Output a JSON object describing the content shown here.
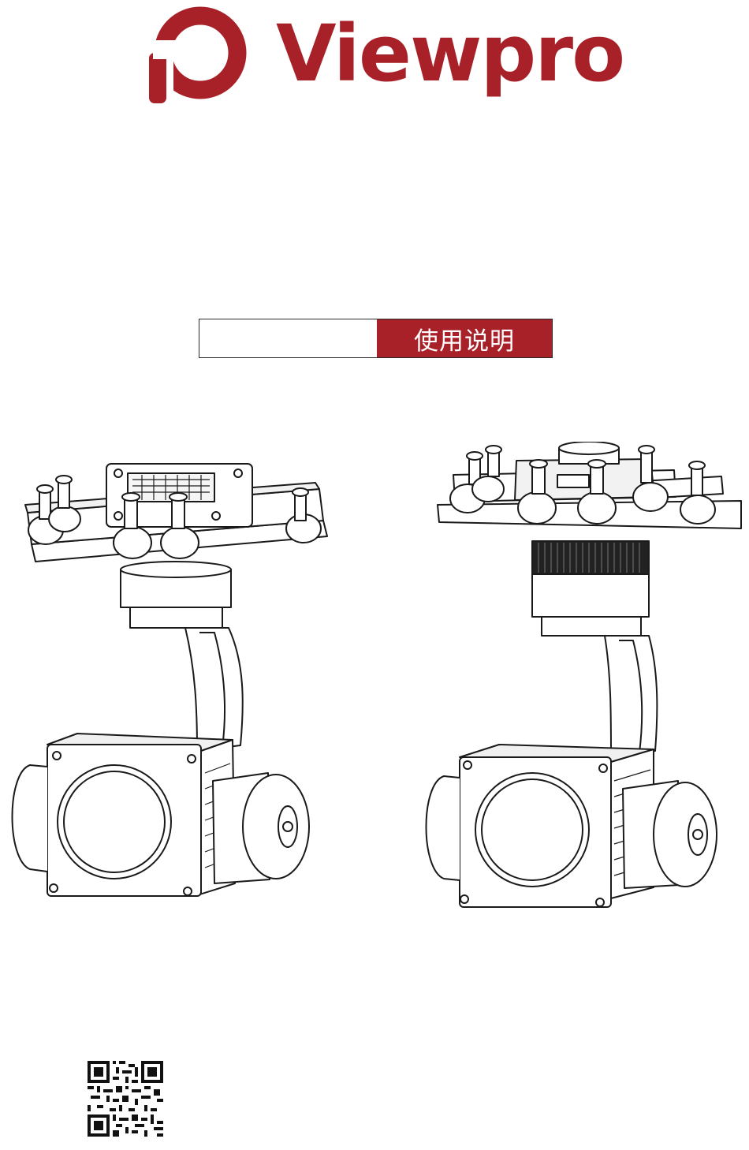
{
  "brand": {
    "name": "Viewpro",
    "color": "#a82128"
  },
  "title_bar": {
    "label": "使用说明",
    "accent_color": "#a82128"
  },
  "illustrations": [
    {
      "icon": "gimbal-camera-drawing-with-connector-box"
    },
    {
      "icon": "gimbal-camera-drawing-with-round-hub"
    }
  ],
  "qr_code": {
    "icon": "qr-code-icon"
  }
}
